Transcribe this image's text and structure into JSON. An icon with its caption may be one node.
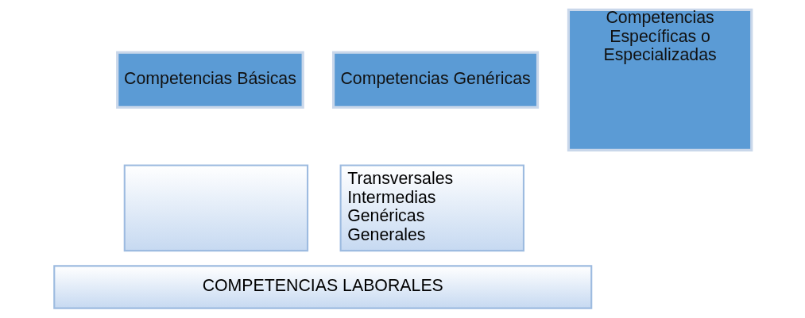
{
  "diagram": {
    "nodes": [
      {
        "text": [
          "Competencias Básicas"
        ]
      },
      {
        "text": [
          "Competencias Genéricas"
        ]
      },
      {
        "text": [
          "Competencias Específicas o Especializadas"
        ]
      },
      {
        "text": [],
        "shape": "box"
      },
      {
        "text": [
          "Transversales",
          "Intermedias",
          "Genéricas",
          "Generales"
        ]
      },
      {
        "text": [
          "COMPETENCIAS LABORALES"
        ]
      }
    ]
  }
}
